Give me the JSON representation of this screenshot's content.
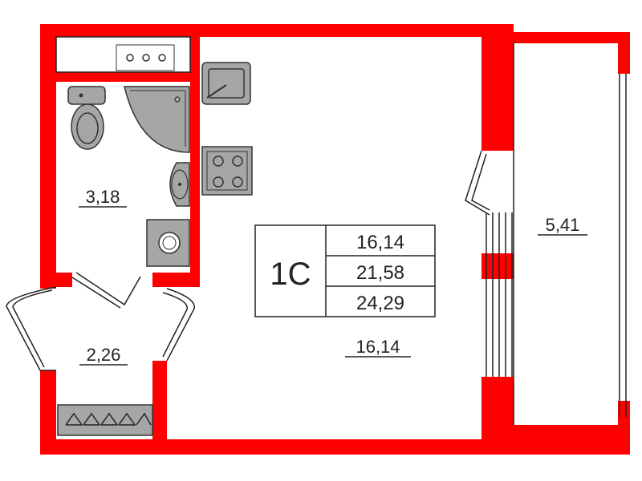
{
  "unit_type": "1С",
  "legend_areas": [
    "16,14",
    "21,58",
    "24,29"
  ],
  "rooms": {
    "bathroom": "3,18",
    "hallway": "2,26",
    "living": "16,14",
    "balcony": "5,41"
  },
  "colors": {
    "wall": "#ff0000",
    "fixture_fill": "#a6a6a6",
    "fixture_stroke": "#333333",
    "line": "#222222"
  },
  "icons": [
    "stove-icon",
    "sink-icon",
    "toilet-icon",
    "shower-icon",
    "washbasin-icon",
    "washing-machine-icon",
    "radiator-icon",
    "hanger-icon",
    "door-icon"
  ]
}
